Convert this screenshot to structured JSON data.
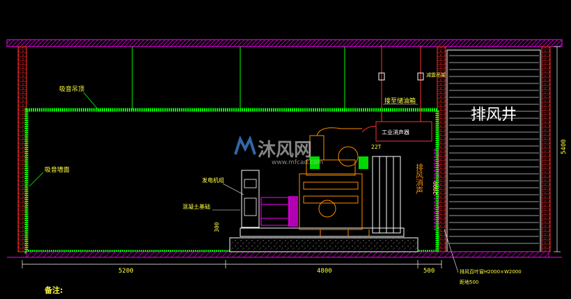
{
  "labels": {
    "ceiling_absorb": "吸音吊顶",
    "wall_absorb": "吸音墙面",
    "connect_tank": "接至储油箱",
    "shaft": "排风井",
    "generator": "发电机组",
    "foundation": "混凝土基础",
    "silencer_box": "工业消声器",
    "damper": "减震吊架",
    "vent_note": "排风百叶窗H2000×W2000",
    "bottom_note": "距地500",
    "side_label": "排风消声",
    "notes_title": "备注:",
    "watermark": "沐风网",
    "watermark_url": "www.mfcad.com"
  },
  "dims": {
    "d1": "5200",
    "d2": "4800",
    "d3": "500",
    "height": "5400",
    "opening": "2000",
    "base_h": "300",
    "duct": "22T"
  },
  "colors": {
    "green": "#00ff00",
    "magenta": "#ff00ff",
    "red": "#ff2020",
    "orange": "#ff8c00",
    "white": "#ffffff",
    "yellow": "#ffff40",
    "cyan": "#00ffff"
  }
}
